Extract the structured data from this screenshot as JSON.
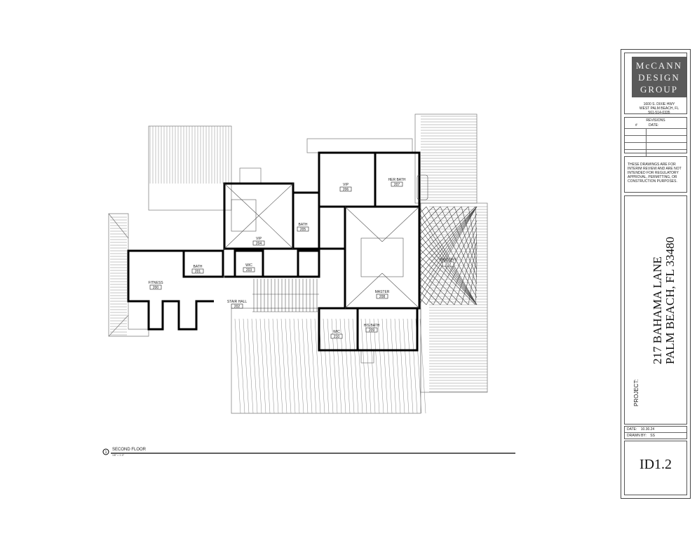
{
  "title_block": {
    "logo": {
      "line1": "McCANN",
      "line2": "DESIGN",
      "line3": "GROUP"
    },
    "address": [
      "1600 S. DIXIE HWY",
      "WEST PALM BEACH, FL",
      "561-514-0335"
    ],
    "revisions": {
      "title": "REVISIONS",
      "col_number": "#",
      "col_date": "DATE:"
    },
    "disclaimer": "THESE DRAWINGS ARE FOR INTERIM REVIEW AND ARE NOT INTENDED FOR REGULATORY APPROVAL, PERMITTING, OR CONSTRUCTION PURPOSES.",
    "project_label": "PROJECT:",
    "project_line1": "217 BAHAMA LANE",
    "project_line2": "PALM BEACH, FL 33480",
    "date_label": "DATE:",
    "date_value": "10.30.24",
    "drawn_by_label": "DRAWN BY:",
    "drawn_by_value": "SS",
    "sheet_number": "ID1.2"
  },
  "drawing": {
    "caption_number": "1",
    "caption": "SECOND FLOOR",
    "scale": "1/8\" = 1'-0\""
  },
  "rooms": [
    {
      "name": "FITNESS",
      "number": "200"
    },
    {
      "name": "BATH",
      "number": "201"
    },
    {
      "name": "STAIR HALL",
      "number": "202"
    },
    {
      "name": "WIC",
      "number": "203"
    },
    {
      "name": "VIP",
      "number": "204"
    },
    {
      "name": "BATH",
      "number": "205"
    },
    {
      "name": "VIP",
      "number": "206"
    },
    {
      "name": "HER BATH",
      "number": "207"
    },
    {
      "name": "MASTER",
      "number": "208"
    },
    {
      "name": "HIS BATH",
      "number": "209"
    },
    {
      "name": "WIC",
      "number": "210"
    },
    {
      "name": "BALCONY",
      "number": "212"
    }
  ]
}
